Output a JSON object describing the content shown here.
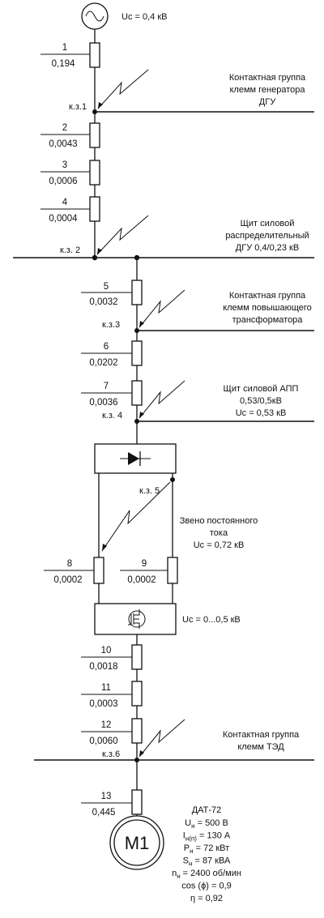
{
  "source": {
    "voltage": "Uc = 0,4 кВ"
  },
  "resistors": [
    {
      "id": "1",
      "value": "0,194"
    },
    {
      "id": "2",
      "value": "0,0043"
    },
    {
      "id": "3",
      "value": "0,0006"
    },
    {
      "id": "4",
      "value": "0,0004"
    },
    {
      "id": "5",
      "value": "0,0032"
    },
    {
      "id": "6",
      "value": "0,0202"
    },
    {
      "id": "7",
      "value": "0,0036"
    },
    {
      "id": "8",
      "value": "0,0002"
    },
    {
      "id": "9",
      "value": "0,0002"
    },
    {
      "id": "10",
      "value": "0,0018"
    },
    {
      "id": "11",
      "value": "0,0003"
    },
    {
      "id": "12",
      "value": "0,0060"
    },
    {
      "id": "13",
      "value": "0,445"
    }
  ],
  "faults": [
    {
      "label": "к.з.1"
    },
    {
      "label": "к.з. 2"
    },
    {
      "label": "к.з.3"
    },
    {
      "label": "к.з. 4"
    },
    {
      "label": "к.з. 5"
    },
    {
      "label": "к.з.6"
    }
  ],
  "labels": {
    "gen_terminals": [
      "Контактная группа",
      "клемм генератора",
      "ДГУ"
    ],
    "panel_dgu": [
      "Щит силовой",
      "распределительный",
      "ДГУ 0,4/0,23 кВ"
    ],
    "step_up_terminals": [
      "Контактная группа",
      "клемм повышающего",
      "трансформатора"
    ],
    "panel_app": [
      "Щит силовой АПП",
      "0,53/0,5кВ",
      "Uc = 0,53 кВ"
    ],
    "dc_link": [
      "Звено постоянного",
      "тока",
      "Uc = 0,72 кВ"
    ],
    "inverter_voltage": "Uc = 0...0,5 кВ",
    "motor_terminals": [
      "Контактная группа",
      "клемм ТЭД"
    ]
  },
  "motor": {
    "symbol": "M1",
    "model": "ДАТ-72",
    "specs": [
      {
        "sym": "U",
        "sub": "н",
        "rest": " = 500 В"
      },
      {
        "sym": "I",
        "sub": "н(п)",
        "rest": " = 130 А"
      },
      {
        "sym": "P",
        "sub": "н",
        "rest": " = 72 кВт"
      },
      {
        "sym": "S",
        "sub": "н",
        "rest": " = 87 кВА"
      },
      {
        "sym": "n",
        "sub": "н",
        "rest": " = 2400 об/мин"
      },
      {
        "sym": "cos (ϕ) = 0,9",
        "sub": "",
        "rest": ""
      },
      {
        "sym": "η = 0,92",
        "sub": "",
        "rest": ""
      }
    ]
  }
}
